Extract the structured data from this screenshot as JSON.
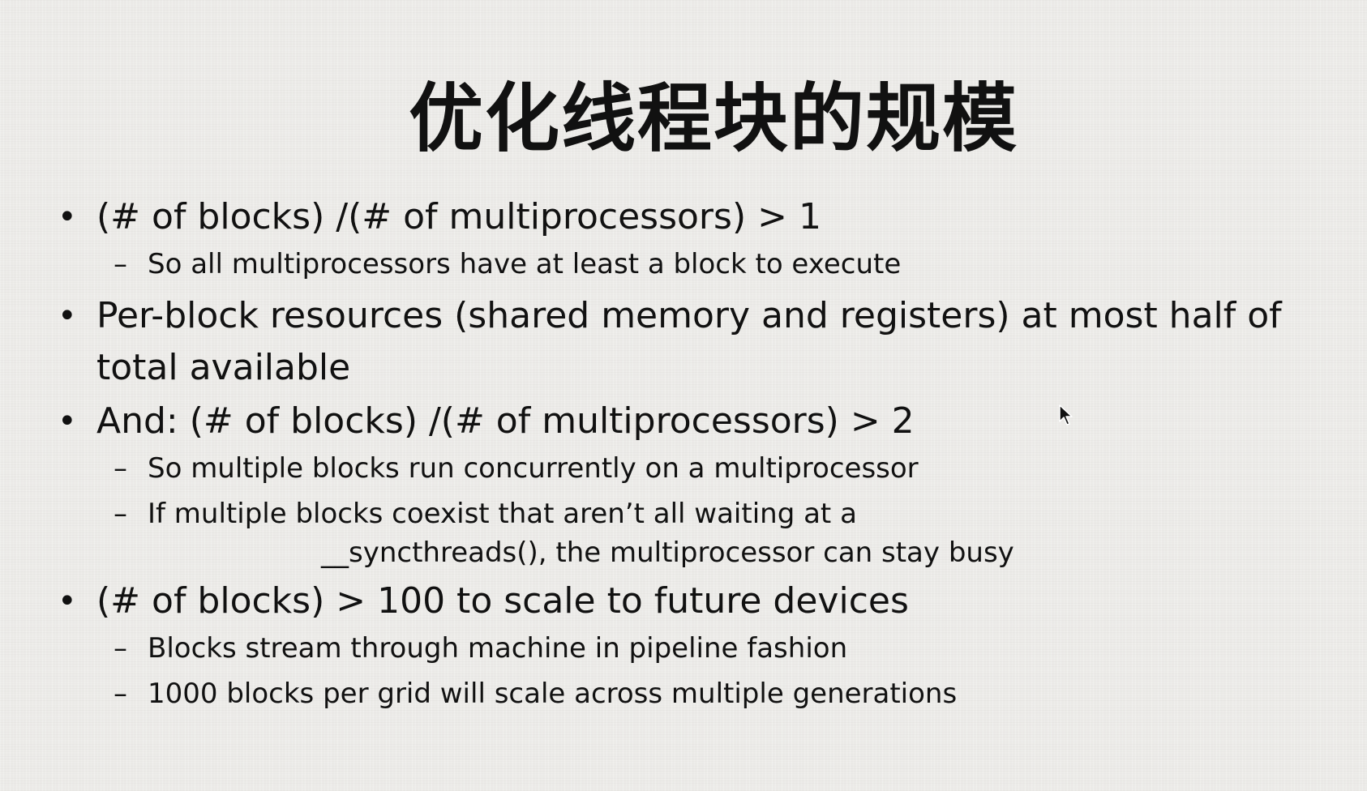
{
  "slide": {
    "title": "优化线程块的规模",
    "bullets": [
      {
        "text": "(# of blocks) /(# of multiprocessors) > 1",
        "subs": [
          "So all multiprocessors have at least a block to execute"
        ]
      },
      {
        "text_line1": "Per-block resources (shared memory and registers)  at most half of",
        "text_line2": "total available"
      },
      {
        "text": "And: (# of blocks) /(# of multiprocessors) > 2",
        "subs": [
          "So multiple blocks run concurrently on a multiprocessor",
          "If multiple blocks coexist that aren’t all waiting at a",
          "__syncthreads(), the multiprocessor can stay busy"
        ]
      },
      {
        "text": "(# of blocks) > 100 to scale to future devices",
        "subs": [
          "Blocks stream through machine in pipeline fashion",
          "1000 blocks per grid will scale across multiple generations"
        ]
      }
    ],
    "bullet_glyph": "•",
    "dash_glyph": "–"
  },
  "icons": {
    "cursor": "mouse-pointer-icon"
  },
  "colors": {
    "background": "#ecebe8",
    "text": "#111111"
  }
}
